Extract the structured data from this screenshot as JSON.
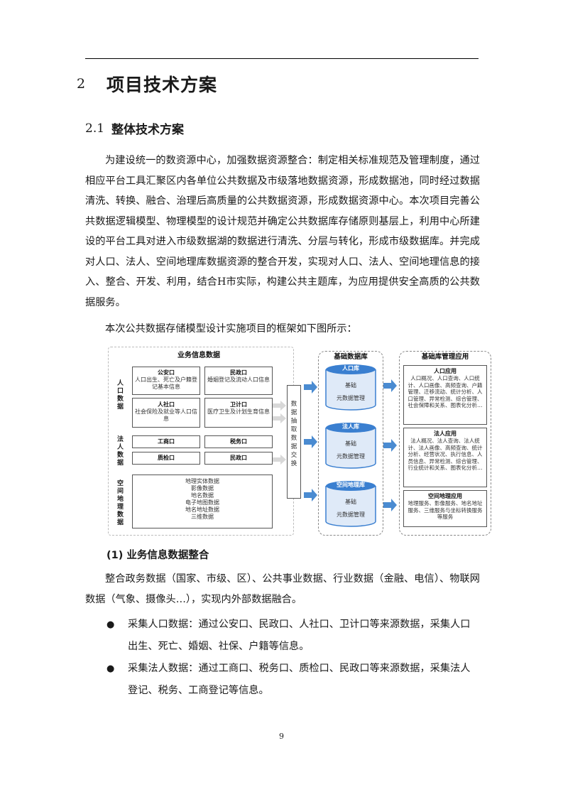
{
  "heading1": {
    "number": "2",
    "title": "项目技术方案"
  },
  "heading2": {
    "number": "2.1",
    "title": "整体技术方案"
  },
  "paragraph1": "为建设统一的数资源中心，加强数据资源整合：制定相关标准规范及管理制度，通过相应平台工具汇聚区内各单位公共数据及市级落地数据资源，形成数据池，同时经过数据清洗、转换、融合、治理后高质量的公共数据资源，形成数据资源中心。本次项目完善公共数据逻辑模型、物理模型的设计规范并确定公共数据库存储原则基层上，利用中心所建设的平台工具对进入市级数据湖的数据进行清洗、分层与转化，形成市级数据库。并完成对人口、法人、空间地理库数据资源的整合开发，实现对人口、法人、空间地理信息的接入、整合、开发、利用，结合H市实际，构建公共主题库，为应用提供安全高质的公共数据服务。",
  "paragraph2": "本次公共数据存储模型设计实施项目的框架如下图所示：",
  "diagram": {
    "business_title": "业务信息数据",
    "population_label": "人口数据",
    "legal_label": "法人数据",
    "spatial_label": "空间地理数据",
    "gongan_title": "公安口",
    "gongan_text": "人口出生、死亡及户籍登记基本信息",
    "minzheng_title": "民政口",
    "minzheng_text": "婚姻登记及流动人口信息",
    "renshe_title": "人社口",
    "renshe_text": "社会保险及就业等人口信息",
    "weiji_title": "卫计口",
    "weiji_text": "医疗卫生及计划生育信息",
    "gongshang": "工商口",
    "shuiwu": "税务口",
    "zhijian": "质检口",
    "minzheng2": "民政口",
    "spatial_items": [
      "地理实体数据",
      "影像数据",
      "地名数据",
      "电子地图数据",
      "地名地址数据",
      "三维数据"
    ],
    "exchange_label": "数据抽取数据交换",
    "base_db_title": "基础数据库",
    "pop_db": "人口库",
    "pop_db_items": [
      "基础",
      "元数据管理"
    ],
    "legal_db": "法人库",
    "legal_db_items": [
      "基础",
      "元数据管理"
    ],
    "spatial_db": "空间地理库",
    "spatial_db_items": [
      "基础",
      "元数据管理"
    ],
    "app_title": "基础库管理应用",
    "pop_app_title": "人口应用",
    "pop_app_text": "人口概况、人口查询、人口统计、人口画像、高频查询、户籍管理、迁移流动、统计分析、人口管理、异常检测、综合管理、社会保障和关系、图表化分析…",
    "legal_app_title": "法人应用",
    "legal_app_text": "法人概况、法人查询、法人统计、法人画像、高频查询、统计分析、经营状况、执行信息、人员信息、异常检测、综合管理、行业统计和关系、图表化分析…",
    "spatial_app_title": "空间地理应用",
    "spatial_app_text": "地理服务、影像服务、地名地址服务、三维服务与坐标转换服务等服务"
  },
  "heading3": "(1) 业务信息数据整合",
  "paragraph3": "整合政务数据（国家、市级、区）、公共事业数据、行业数据（金融、电信）、物联网数据（气象、摄像头…），实现内外部数据融合。",
  "bullets": [
    "采集人口数据：通过公安口、民政口、人社口、卫计口等来源数据，采集人口出生、死亡、婚姻、社保、户籍等信息。",
    "采集法人数据：通过工商口、税务口、质检口、民政口等来源数据，采集法人登记、税务、工商登记等信息。"
  ],
  "bullet_symbol": "●",
  "page_number": "9",
  "colors": {
    "arrow": "#4a8bd1",
    "cylinder": "#3a7fd0",
    "cylinder_light": "#dfeaf8"
  }
}
